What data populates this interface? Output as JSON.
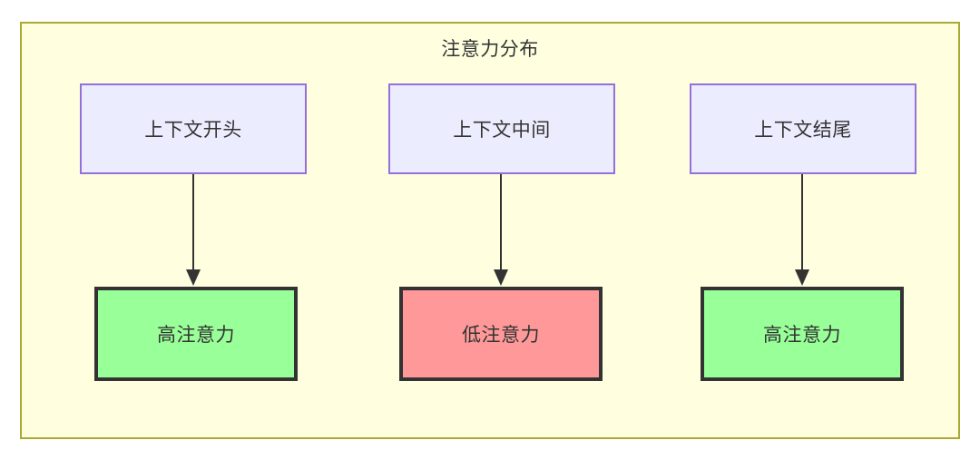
{
  "diagram": {
    "title": "注意力分布",
    "container": {
      "fill": "#ffffe0",
      "border": "#aaaa33"
    },
    "nodes_top": [
      {
        "id": "ctx-start",
        "label": "上下文开头",
        "fill": "#ececff",
        "border": "#9370db"
      },
      {
        "id": "ctx-middle",
        "label": "上下文中间",
        "fill": "#ececff",
        "border": "#9370db"
      },
      {
        "id": "ctx-end",
        "label": "上下文结尾",
        "fill": "#ececff",
        "border": "#9370db"
      }
    ],
    "nodes_bottom": [
      {
        "id": "attn-high-start",
        "label": "高注意力",
        "fill": "#99ff99",
        "border": "#333333"
      },
      {
        "id": "attn-low-middle",
        "label": "低注意力",
        "fill": "#ff9999",
        "border": "#333333"
      },
      {
        "id": "attn-high-end",
        "label": "高注意力",
        "fill": "#99ff99",
        "border": "#333333"
      }
    ],
    "edges": [
      {
        "from": "ctx-start",
        "to": "attn-high-start",
        "label": ""
      },
      {
        "from": "ctx-middle",
        "to": "attn-low-middle",
        "label": ""
      },
      {
        "from": "ctx-end",
        "to": "attn-high-end",
        "label": ""
      }
    ]
  }
}
